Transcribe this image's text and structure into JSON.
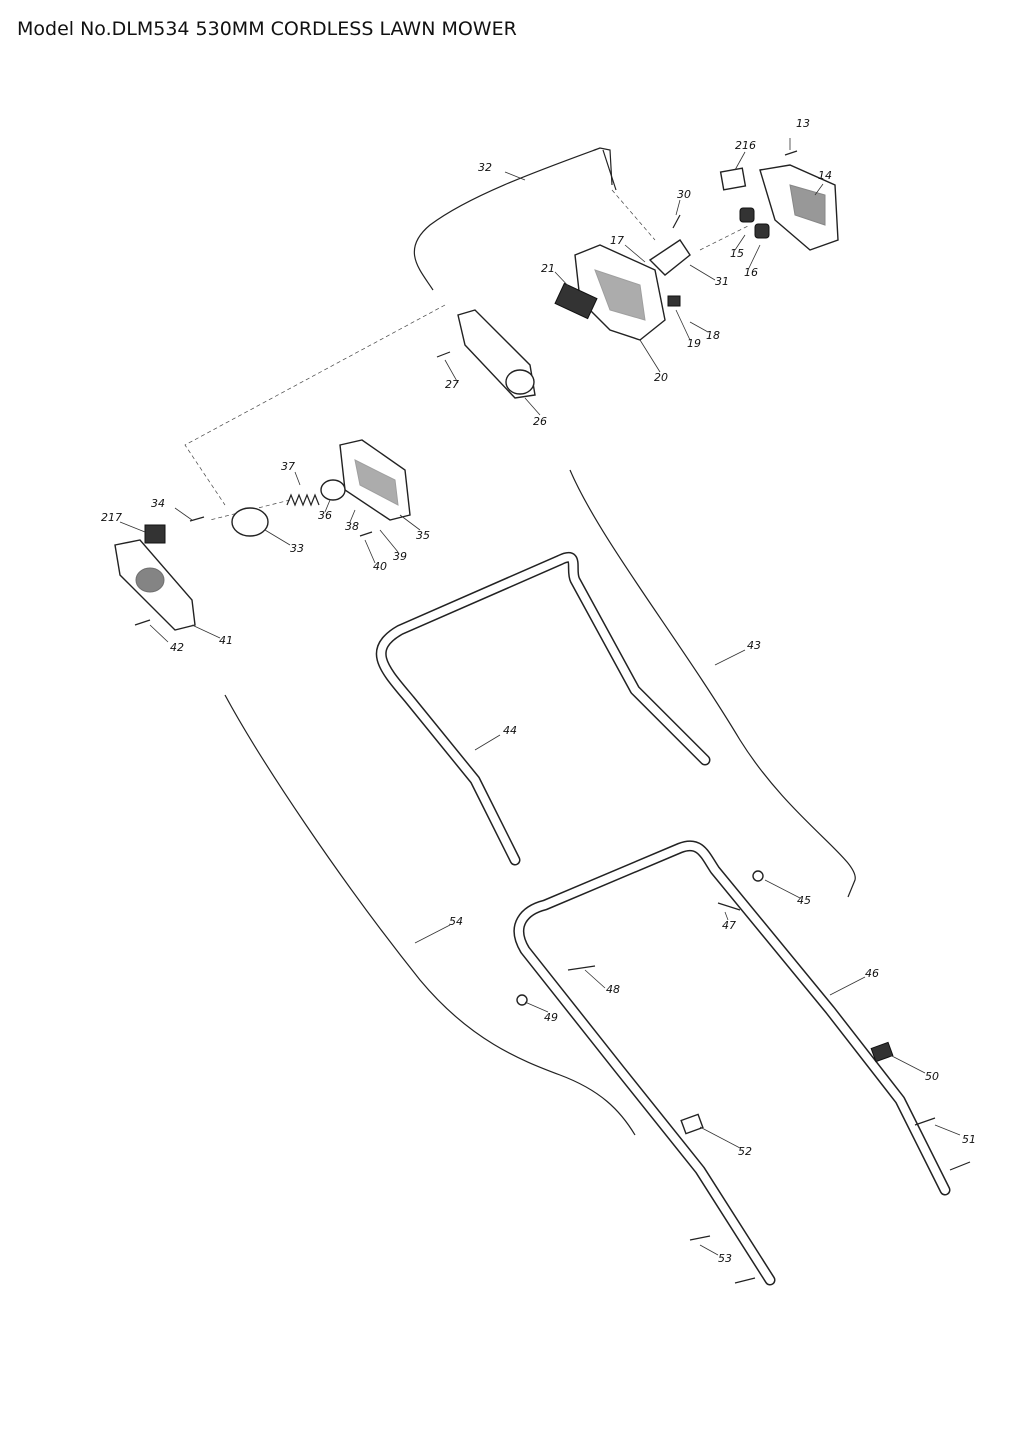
{
  "title": "Model No.DLM534 530MM CORDLESS LAWN MOWER",
  "part_labels": [
    "13",
    "216",
    "14",
    "32",
    "30",
    "17",
    "15",
    "16",
    "31",
    "21",
    "18",
    "19",
    "20",
    "27",
    "26",
    "37",
    "34",
    "36",
    "38",
    "35",
    "217",
    "33",
    "39",
    "40",
    "42",
    "41",
    "43",
    "44",
    "45",
    "47",
    "54",
    "46",
    "48",
    "49",
    "50",
    "51",
    "52",
    "53"
  ]
}
